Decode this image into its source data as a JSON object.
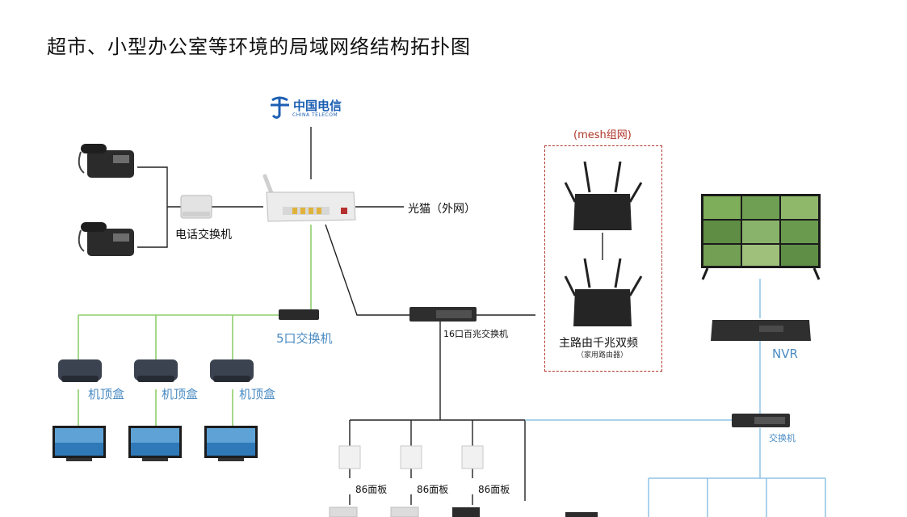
{
  "title": "超市、小型办公室等环境的局域网络结构拓扑图",
  "logo": {
    "cn": "中国电信",
    "en": "CHINA TELECOM"
  },
  "labels": {
    "phone_switch": "电话交换机",
    "modem": "光猫（外网）",
    "switch5": "5口交换机",
    "switch16": "16口百兆交换机",
    "mesh": "(mesh组网)",
    "router": "主路由千兆双频",
    "router_sub": "（家用路由器）",
    "nvr": "NVR",
    "switch_right": "交换机",
    "stb": [
      "机顶盒",
      "机顶盒",
      "机顶盒"
    ],
    "panel": [
      "86面板",
      "86面板",
      "86面板"
    ]
  },
  "colors": {
    "green_line": "#8dcf6c",
    "blue_line": "#8fc3e6",
    "black_line": "#222222",
    "mesh_border": "#b0362a",
    "label_blue": "#4a8bc2"
  }
}
